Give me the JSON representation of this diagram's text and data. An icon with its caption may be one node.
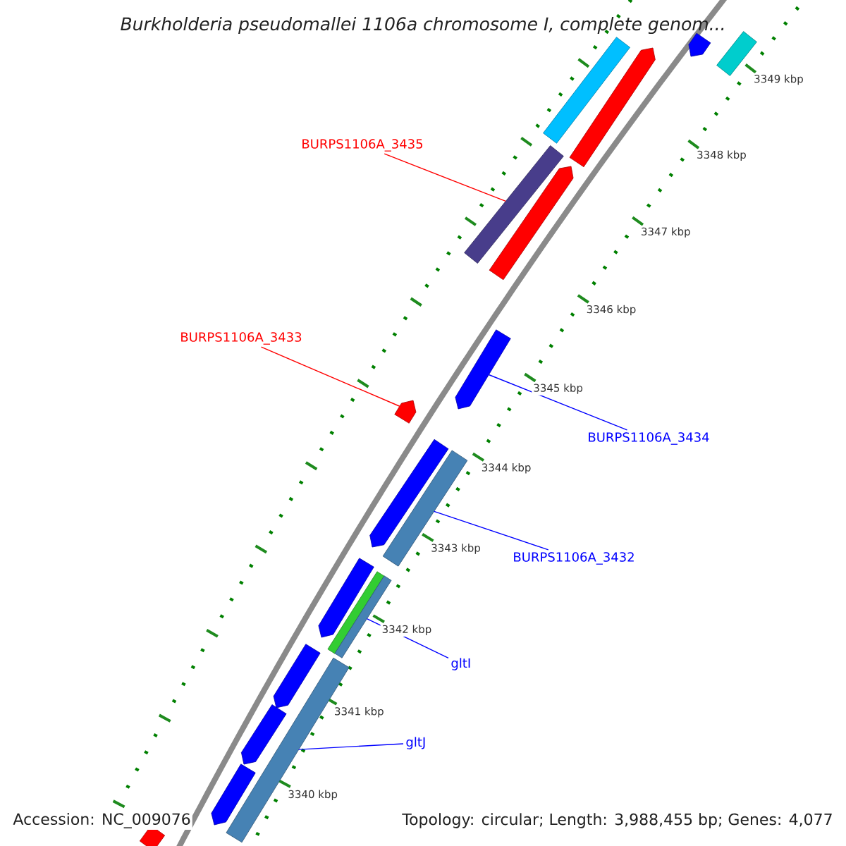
{
  "diagram": {
    "title": "Burkholderia pseudomallei 1106a chromosome I, complete genom...",
    "nodes": [
      {
        "text": [
          "BURPS1106A_3435"
        ]
      },
      {
        "text": [
          "BURPS1106A_3433"
        ]
      },
      {
        "text": [
          "BURPS1106A_3434"
        ]
      },
      {
        "text": [
          "BURPS1106A_3432"
        ]
      },
      {
        "text": [
          "gltI"
        ]
      },
      {
        "text": [
          "gltJ"
        ]
      },
      {
        "text": [],
        "shape": "bar"
      },
      {
        "text": [],
        "shape": "bar"
      },
      {
        "text": [],
        "shape": "bar"
      },
      {
        "text": [],
        "shape": "bar"
      },
      {
        "text": [],
        "shape": "bar"
      },
      {
        "text": [],
        "shape": "bar"
      },
      {
        "text": [],
        "shape": "bar"
      },
      {
        "text": [],
        "shape": "bar"
      },
      {
        "text": [],
        "shape": "bar"
      },
      {
        "text": [],
        "shape": "bar"
      },
      {
        "text": [],
        "shape": "bar"
      },
      {
        "text": [],
        "shape": "bar"
      },
      {
        "text": [],
        "shape": "bar"
      },
      {
        "text": [],
        "shape": "bar"
      },
      {
        "text": [],
        "shape": "bar"
      },
      {
        "text": [],
        "shape": "bar"
      },
      {
        "text": [],
        "shape": "bar"
      },
      {
        "text": [],
        "shape": "bar"
      }
    ],
    "edges": [
      {
        "from": 0,
        "to": 10,
        "arrow": "none",
        "color": "#ff0000"
      },
      {
        "from": 1,
        "to": 13,
        "arrow": "none",
        "color": "#ff0000"
      },
      {
        "from": 2,
        "to": 12,
        "arrow": "none"
      },
      {
        "from": 3,
        "to": 15,
        "arrow": "none"
      },
      {
        "from": 4,
        "to": 18,
        "arrow": "none"
      },
      {
        "from": 5,
        "to": 20,
        "arrow": "none"
      }
    ],
    "labels": [
      "3349 kbp",
      "3348 kbp",
      "3347 kbp",
      "3346 kbp",
      "3345 kbp",
      "3344 kbp",
      "3343 kbp",
      "3342 kbp",
      "3341 kbp",
      "3340 kbp",
      "Accession: NC_009076",
      "Topology: circular; Length: 3,988,455 bp; Genes: 4,077"
    ]
  }
}
